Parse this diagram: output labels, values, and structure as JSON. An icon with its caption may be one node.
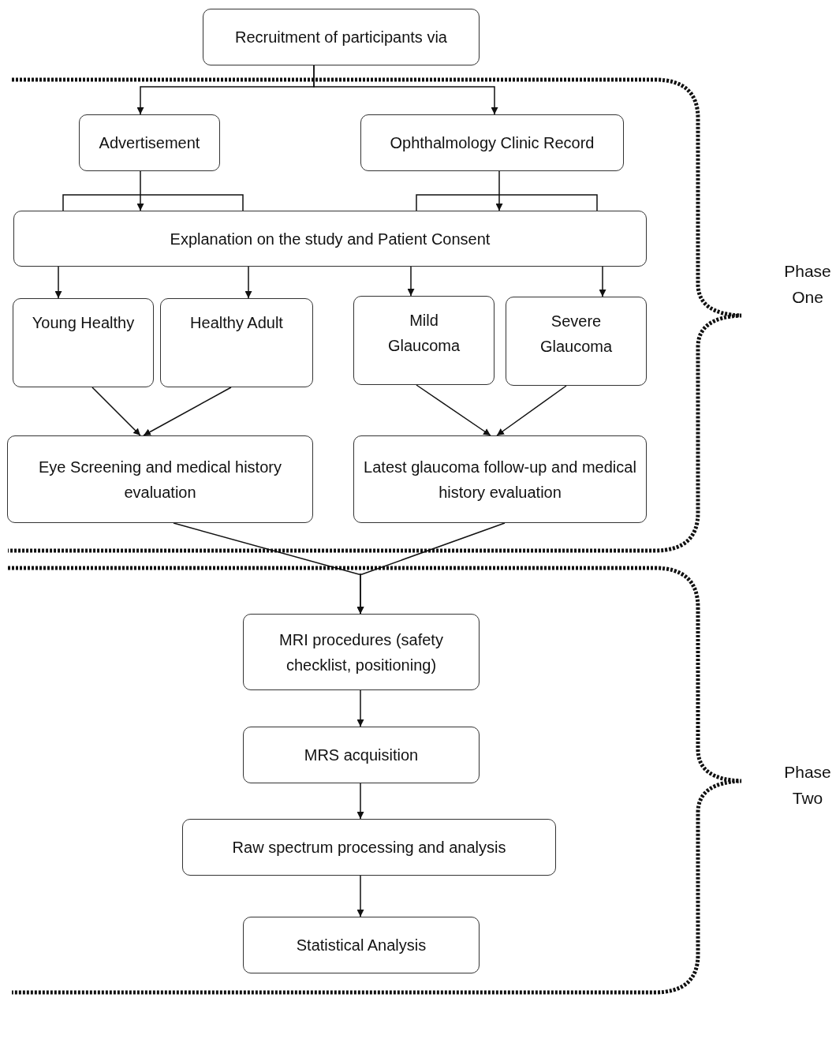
{
  "diagram": {
    "nodes": [
      {
        "text": [
          "Recruitment of participants via"
        ]
      },
      {
        "text": [
          "Advertisement"
        ]
      },
      {
        "text": [
          "Ophthalmology Clinic Record"
        ]
      },
      {
        "text": [
          "Explanation on the study and Patient Consent"
        ]
      },
      {
        "text": [
          "Young Healthy"
        ]
      },
      {
        "text": [
          "Healthy Adult"
        ]
      },
      {
        "text": [
          "Mild Glaucoma"
        ]
      },
      {
        "text": [
          "Severe Glaucoma"
        ]
      },
      {
        "text": [
          "Eye Screening and medical history evaluation"
        ]
      },
      {
        "text": [
          "Latest glaucoma follow-up and medical history evaluation"
        ]
      },
      {
        "text": [
          "MRI procedures (safety checklist, positioning)"
        ]
      },
      {
        "text": [
          "MRS acquisition"
        ]
      },
      {
        "text": [
          "Raw spectrum processing and analysis"
        ]
      },
      {
        "text": [
          "Statistical Analysis"
        ]
      }
    ],
    "edges": [
      {
        "from": 0,
        "to": 1,
        "arrow": "to"
      },
      {
        "from": 0,
        "to": 2,
        "arrow": "to"
      },
      {
        "from": 1,
        "to": 3,
        "arrow": "to"
      },
      {
        "from": 2,
        "to": 3,
        "arrow": "to"
      },
      {
        "from": 3,
        "to": 4,
        "arrow": "to"
      },
      {
        "from": 3,
        "to": 5,
        "arrow": "to"
      },
      {
        "from": 3,
        "to": 6,
        "arrow": "to"
      },
      {
        "from": 3,
        "to": 7,
        "arrow": "to"
      },
      {
        "from": 4,
        "to": 8,
        "arrow": "to"
      },
      {
        "from": 5,
        "to": 8,
        "arrow": "to"
      },
      {
        "from": 6,
        "to": 9,
        "arrow": "to"
      },
      {
        "from": 7,
        "to": 9,
        "arrow": "to"
      },
      {
        "from": 8,
        "to": 10,
        "arrow": "to"
      },
      {
        "from": 9,
        "to": 10,
        "arrow": "to"
      },
      {
        "from": 10,
        "to": 11,
        "arrow": "to"
      },
      {
        "from": 11,
        "to": 12,
        "arrow": "to"
      },
      {
        "from": 12,
        "to": 13,
        "arrow": "to"
      }
    ],
    "labels": [
      "Phase One",
      "Phase Two"
    ]
  }
}
